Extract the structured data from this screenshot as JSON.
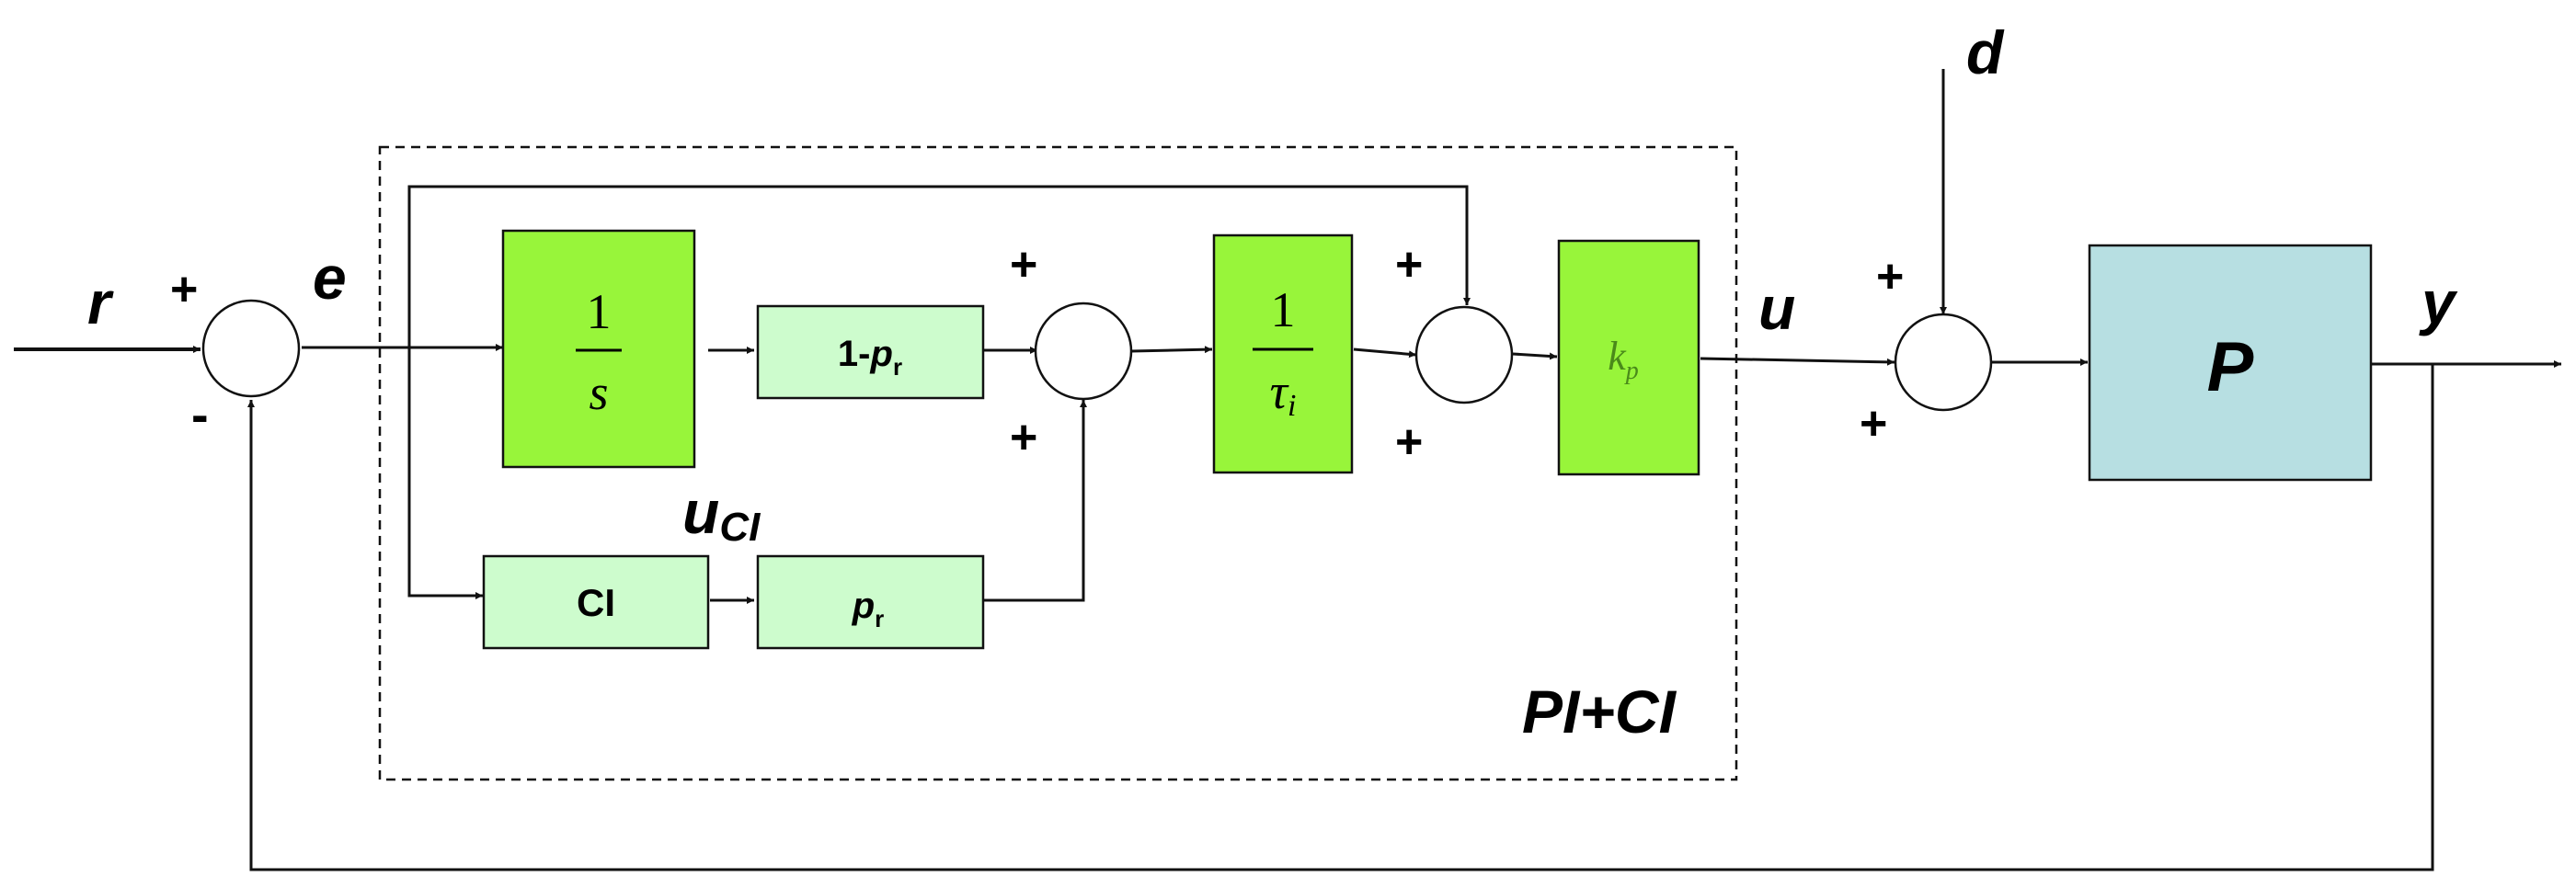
{
  "colors": {
    "bright_green": "#98f53a",
    "light_green": "#cdfccd",
    "plant_blue": "#b7dfe2",
    "line": "#111111"
  },
  "signals": {
    "r": "r",
    "e": "e",
    "u": "u",
    "y": "y",
    "d": "d",
    "u_ci_main": "u",
    "u_ci_sub": "CI"
  },
  "signs": {
    "s1_top": "+",
    "s1_bottom": "-",
    "s2_top": "+",
    "s2_bottom": "+",
    "s3_top": "+",
    "s3_bottom": "+",
    "s4_top": "+",
    "s4_bottom": "+"
  },
  "blocks": {
    "integrator": {
      "num": "1",
      "den": "s"
    },
    "one_minus_pr": {
      "prefix": "1-",
      "p": "p",
      "sub": "r"
    },
    "pr": {
      "p": "p",
      "sub": "r"
    },
    "ci": {
      "label": "CI"
    },
    "inv_tau": {
      "num": "1",
      "tau": "τ",
      "sub": "i"
    },
    "kp": {
      "k": "k",
      "sub": "p"
    },
    "plant": {
      "label": "P"
    }
  },
  "controller_label": "PI+CI"
}
